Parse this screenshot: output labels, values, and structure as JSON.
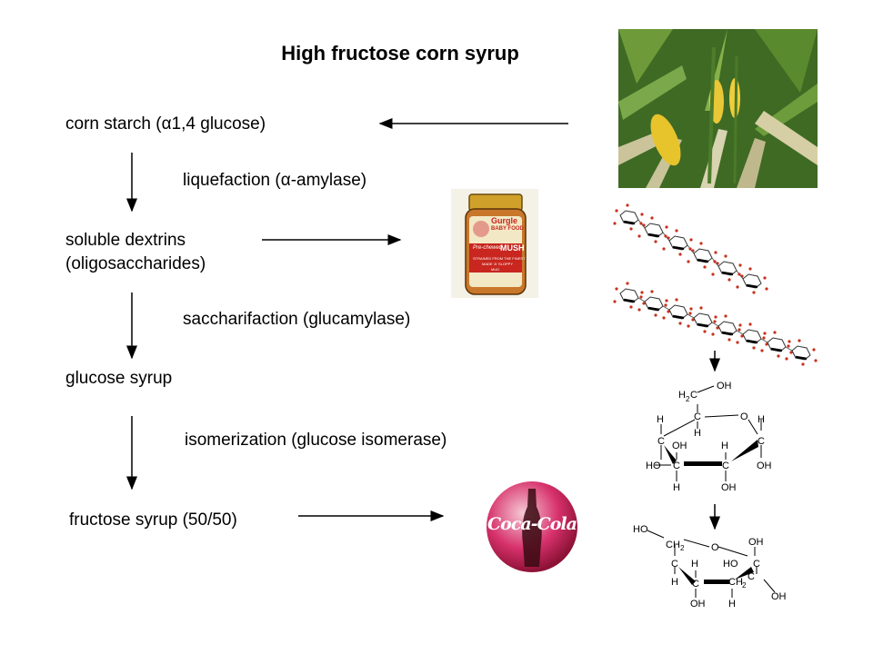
{
  "title": "High fructose corn syrup",
  "steps": {
    "corn_starch": "corn starch (α1,4 glucose)",
    "dextrins_line1": "soluble dextrins",
    "dextrins_line2": "(oligosaccharides)",
    "glucose_syrup": "glucose syrup",
    "fructose_syrup": "fructose syrup (50/50)"
  },
  "processes": {
    "liquefaction": "liquefaction (α-amylase)",
    "saccharification": "saccharifaction (glucamylase)",
    "isomerization": "isomerization (glucose isomerase)"
  },
  "baby_food_label": {
    "brand": "Gurgle",
    "line": "BABY FOOD",
    "product_prefix": "Pre-chewed",
    "product": "MUSH",
    "tag1": "STRAINED FROM THE FINEST",
    "tag2": "MADE 'A' SLOPPY",
    "tag3": "MUD"
  },
  "cola_logo": "Coca-Cola",
  "glucose_structure": {
    "ch2": "H",
    "ch2_sub": "2",
    "c": "C",
    "oh": "OH",
    "ho": "HO",
    "h": "H",
    "o": "O"
  },
  "fructose_structure": {
    "ch2": "CH",
    "ch2_sub": "2",
    "c": "C",
    "oh": "OH",
    "ho": "HO",
    "h": "H",
    "o": "O"
  }
}
